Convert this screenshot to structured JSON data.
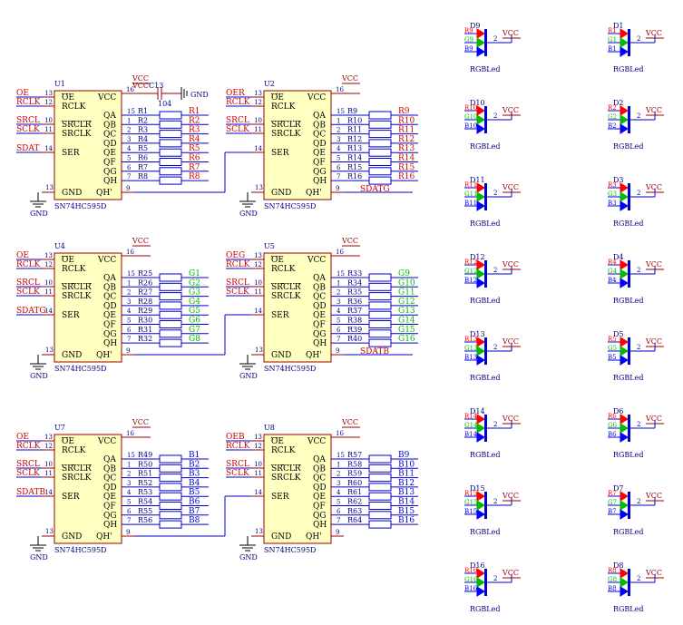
{
  "colors": {
    "wire": "#0000cc",
    "component": "#990000",
    "netlabel_red": "#cc0000",
    "netlabel_green": "#00bb00",
    "netlabel_blue": "#0000cc",
    "led_red": "#ff0000",
    "led_green": "#00bb00",
    "led_blue": "#0000ff",
    "text": "#000080",
    "ground": "#000000"
  },
  "labels": {
    "gnd": "GND",
    "vcc": "VCC",
    "sdat": "SDAT",
    "sdatg_left": "SDATG",
    "sdatb_left": "SDATB",
    "sdatg_right": "SDATG",
    "sdatb_right": "SDATB",
    "cap_ref": "C13",
    "cap_val": "104",
    "part": "SN74HC595D",
    "rgbled": "RGBLed",
    "vcc_prefix": "VCC"
  },
  "pins_left": [
    "OE",
    "RCLK",
    "SRCLR",
    "SRCLK",
    "SER"
  ],
  "pins_left_nums": [
    "13",
    "12",
    "10",
    "11",
    "14"
  ],
  "pins_right": [
    "VCC",
    "QA",
    "QB",
    "QC",
    "QD",
    "QE",
    "QF",
    "QG",
    "QH",
    "GND",
    "QH'"
  ],
  "out_nums": [
    "15",
    "1",
    "2",
    "3",
    "4",
    "5",
    "6",
    "7"
  ],
  "chips": [
    {
      "ref": "U1",
      "oe": "OE",
      "rclk": "RCLK",
      "srcl": "SRCL",
      "sclk": "SCLK",
      "ser": "SDAT",
      "res": [
        "R1",
        "R2",
        "R3",
        "R4",
        "R5",
        "R6",
        "R7",
        "R8"
      ],
      "nets": [
        "R1",
        "R2",
        "R3",
        "R4",
        "R5",
        "R6",
        "R7",
        "R8"
      ],
      "netcolor": "red"
    },
    {
      "ref": "U2",
      "oe": "OER",
      "rclk": "RCLK",
      "srcl": "SRCL",
      "sclk": "SCLK",
      "ser": "",
      "res": [
        "R9",
        "R10",
        "R11",
        "R12",
        "R13",
        "R14",
        "R15",
        "R16"
      ],
      "nets": [
        "R9",
        "R10",
        "R11",
        "R12",
        "R13",
        "R14",
        "R15",
        "R16"
      ],
      "netcolor": "red",
      "qh_net": "SDATG"
    },
    {
      "ref": "U4",
      "oe": "OE",
      "rclk": "RCLK",
      "srcl": "SRCL",
      "sclk": "SCLK",
      "ser": "SDATG",
      "res": [
        "R25",
        "R26",
        "R27",
        "R28",
        "R29",
        "R30",
        "R31",
        "R32"
      ],
      "nets": [
        "G1",
        "G2",
        "G3",
        "G4",
        "G5",
        "G6",
        "G7",
        "G8"
      ],
      "netcolor": "green"
    },
    {
      "ref": "U5",
      "oe": "OEG",
      "rclk": "RCLK",
      "srcl": "SRCL",
      "sclk": "SCLK",
      "ser": "",
      "res": [
        "R33",
        "R34",
        "R35",
        "R36",
        "R37",
        "R38",
        "R39",
        "R40"
      ],
      "nets": [
        "G9",
        "G10",
        "G11",
        "G12",
        "G13",
        "G14",
        "G15",
        "G16"
      ],
      "netcolor": "green",
      "qh_net": "SDATB"
    },
    {
      "ref": "U7",
      "oe": "OE",
      "rclk": "RCLK",
      "srcl": "SRCL",
      "sclk": "SCLK",
      "ser": "SDATB",
      "res": [
        "R49",
        "R50",
        "R51",
        "R52",
        "R53",
        "R54",
        "R55",
        "R56"
      ],
      "nets": [
        "B1",
        "B2",
        "B3",
        "B4",
        "B5",
        "B6",
        "B7",
        "B8"
      ],
      "netcolor": "blue"
    },
    {
      "ref": "U8",
      "oe": "OEB",
      "rclk": "RCLK",
      "srcl": "SRCL",
      "sclk": "SCLK",
      "ser": "",
      "res": [
        "R57",
        "R58",
        "R59",
        "R60",
        "R61",
        "R62",
        "R63",
        "R64"
      ],
      "nets": [
        "B9",
        "B10",
        "B11",
        "B12",
        "B13",
        "B14",
        "B15",
        "B16"
      ],
      "netcolor": "blue"
    }
  ],
  "leds": [
    {
      "ref": "D9",
      "r": "R9",
      "g": "G9",
      "b": "B9"
    },
    {
      "ref": "D10",
      "r": "R10",
      "g": "G10",
      "b": "B10"
    },
    {
      "ref": "D11",
      "r": "R11",
      "g": "G11",
      "b": "B11"
    },
    {
      "ref": "D12",
      "r": "R12",
      "g": "G12",
      "b": "B12"
    },
    {
      "ref": "D13",
      "r": "R13",
      "g": "G13",
      "b": "B13"
    },
    {
      "ref": "D14",
      "r": "R14",
      "g": "G14",
      "b": "B14"
    },
    {
      "ref": "D15",
      "r": "R15",
      "g": "G15",
      "b": "B15"
    },
    {
      "ref": "D16",
      "r": "R16",
      "g": "G16",
      "b": "B16"
    },
    {
      "ref": "D1",
      "r": "R1",
      "g": "G1",
      "b": "B1"
    },
    {
      "ref": "D2",
      "r": "R2",
      "g": "G2",
      "b": "B2"
    },
    {
      "ref": "D3",
      "r": "R3",
      "g": "G3",
      "b": "B3"
    },
    {
      "ref": "D4",
      "r": "R4",
      "g": "G4",
      "b": "B4"
    },
    {
      "ref": "D5",
      "r": "R5",
      "g": "G5",
      "b": "B5"
    },
    {
      "ref": "D6",
      "r": "R6",
      "g": "G6",
      "b": "B6"
    },
    {
      "ref": "D7",
      "r": "R7",
      "g": "G7",
      "b": "B7"
    },
    {
      "ref": "D8",
      "r": "R8",
      "g": "G8",
      "b": "B8"
    }
  ]
}
